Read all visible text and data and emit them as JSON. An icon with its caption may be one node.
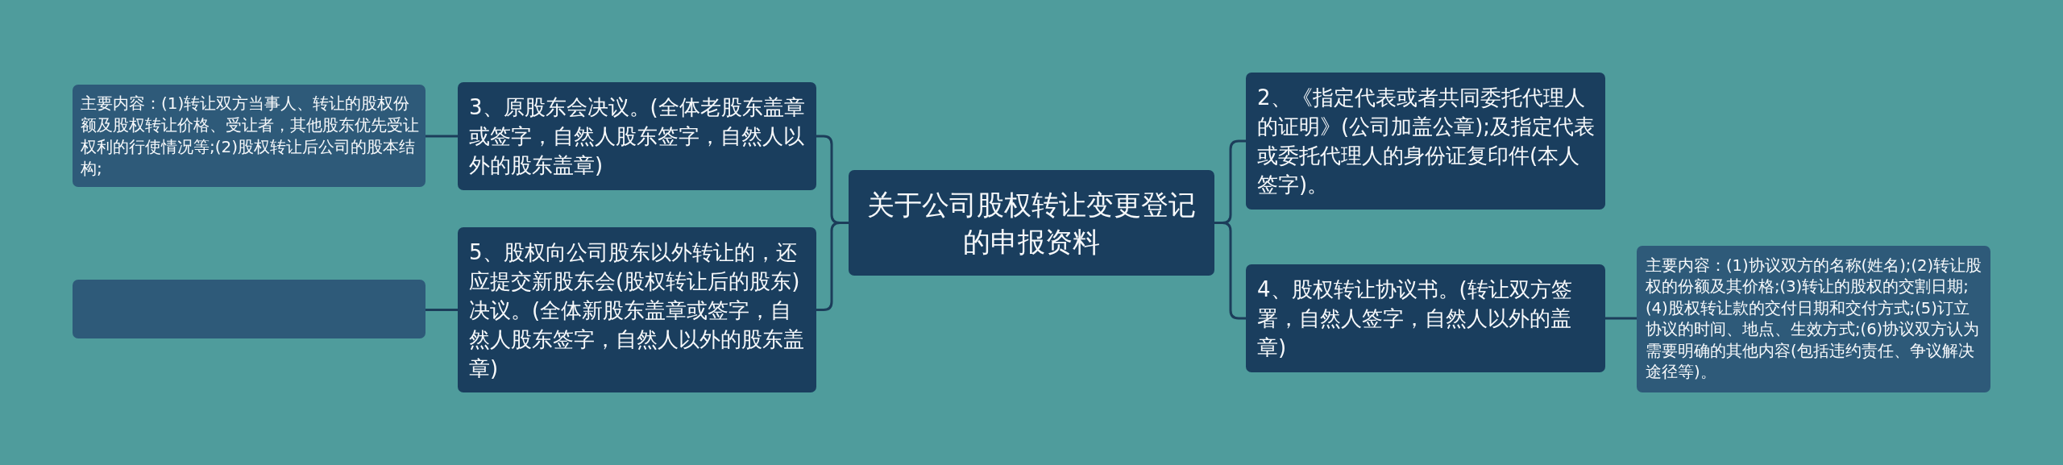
{
  "diagram": {
    "nodes": [
      {
        "text": [
          "关于公司股权转让变更登记的申报资料"
        ]
      },
      {
        "text": [
          "2、《指定代表或者共同委托代理人的证明》(公司加盖公章);及指定代表或委托代理人的身份证复印件(本人签字)。"
        ]
      },
      {
        "text": [
          "3、原股东会决议。(全体老股东盖章或签字，自然人股东签字，自然人以外的股东盖章)"
        ]
      },
      {
        "text": [
          "4、股权转让协议书。(转让双方签署，自然人签字，自然人以外的盖章)"
        ]
      },
      {
        "text": [
          "5、股权向公司股东以外转让的，还应提交新股东会(股权转让后的股东)决议。(全体新股东盖章或签字，自然人股东签字，自然人以外的股东盖章)"
        ]
      },
      {
        "text": [
          "主要内容：(1)转让双方当事人、转让的股权份额及股权转让价格、受让者，其他股东优先受让权利的行使情况等;(2)股权转让后公司的股本结构;"
        ]
      },
      {
        "text": [
          "主要内容：(1)协议双方的名称(姓名);(2)转让股权的份额及其价格;(3)转让的股权的交割日期;(4)股权转让款的交付日期和交付方式;(5)订立协议的时间、地点、生效方式;(6)协议双方认为需要明确的其他内容(包括违约责任、争议解决途径等)。"
        ]
      },
      {
        "text": [],
        "shape": "box"
      }
    ],
    "edges": [
      {
        "from": 0,
        "to": 1,
        "arrow": "none"
      },
      {
        "from": 0,
        "to": 2,
        "arrow": "none"
      },
      {
        "from": 0,
        "to": 3,
        "arrow": "none"
      },
      {
        "from": 0,
        "to": 4,
        "arrow": "none"
      },
      {
        "from": 2,
        "to": 5,
        "arrow": "none"
      },
      {
        "from": 3,
        "to": 6,
        "arrow": "none"
      },
      {
        "from": 4,
        "to": 7,
        "arrow": "none"
      }
    ]
  }
}
